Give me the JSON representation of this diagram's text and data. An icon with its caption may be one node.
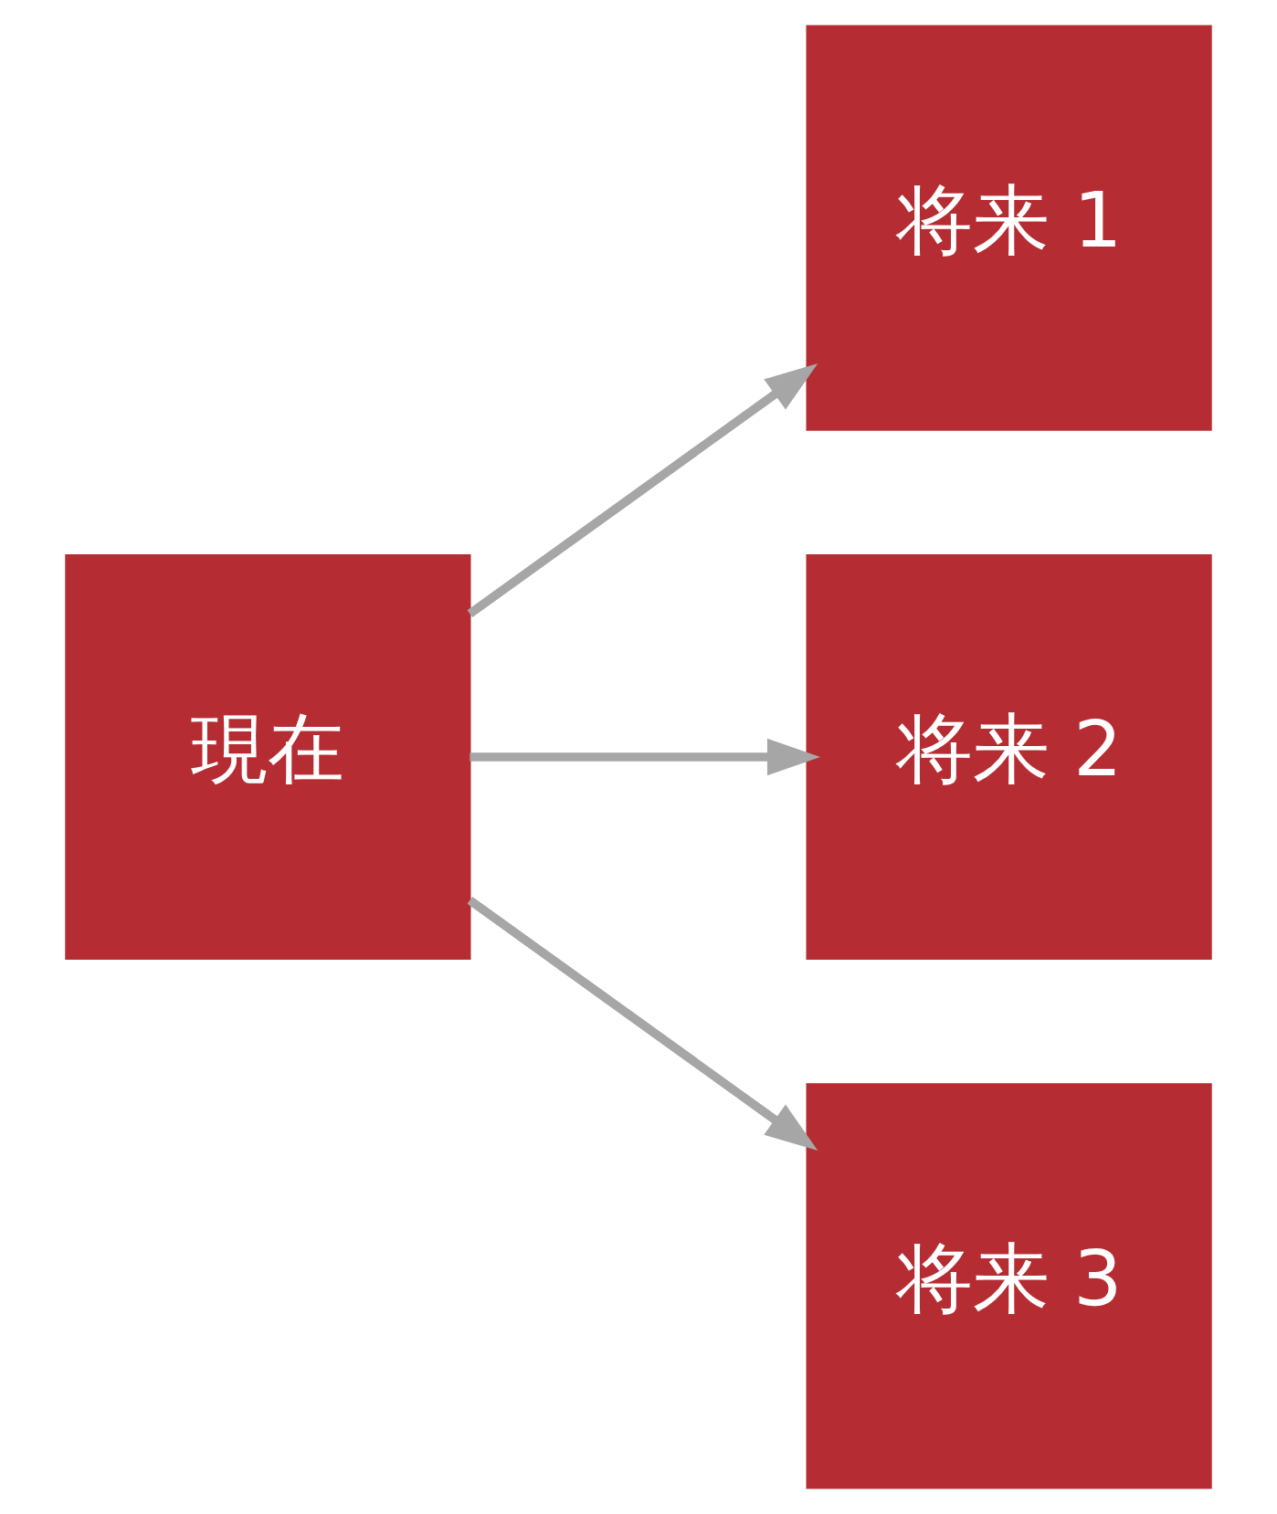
{
  "diagram": {
    "nodes": [
      {
        "text": [
          "現在"
        ]
      },
      {
        "text": [
          "将来 1"
        ]
      },
      {
        "text": [
          "将来 2"
        ]
      },
      {
        "text": [
          "将来 3"
        ]
      }
    ],
    "edges": [
      {
        "from": 0,
        "to": 1,
        "arrow": "to"
      },
      {
        "from": 0,
        "to": 2,
        "arrow": "to"
      },
      {
        "from": 0,
        "to": 3,
        "arrow": "to"
      }
    ]
  }
}
